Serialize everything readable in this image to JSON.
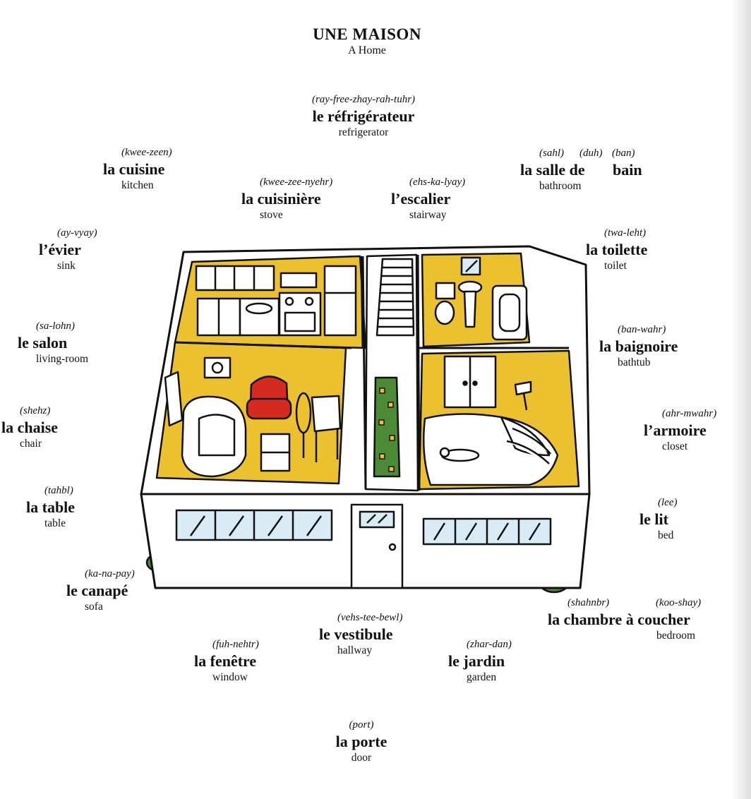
{
  "title": "UNE MAISON",
  "subtitle": "A Home",
  "colors": {
    "wall": "#ecc12f",
    "sofa_red": "#d42a1f",
    "bush": "#4d8a35",
    "glass": "#d9ecf6",
    "ink": "#111111"
  },
  "labels": {
    "refrigerateur": {
      "pron": "(ray-free-zhay-rah-tuhr)",
      "french": "le réfrigérateur",
      "english": "refrigerator"
    },
    "cuisine": {
      "pron": "(kwee-zeen)",
      "french": "la cuisine",
      "english": "kitchen"
    },
    "cuisiniere": {
      "pron": "(kwee-zee-nyehr)",
      "french": "la cuisinière",
      "english": "stove"
    },
    "escalier": {
      "pron": "(ehs-ka-lyay)",
      "french": "l’escalier",
      "english": "stairway"
    },
    "salle_de_bain": {
      "pron1": "(sahl)",
      "pron2": "(duh)",
      "pron3": "(ban)",
      "french1": "la salle de",
      "french2": "bain",
      "english": "bathroom"
    },
    "evier": {
      "pron": "(ay-vyay)",
      "french": "l’évier",
      "english": "sink"
    },
    "toilette": {
      "pron": "(twa-leht)",
      "french": "la toilette",
      "english": "toilet"
    },
    "salon": {
      "pron": "(sa-lohn)",
      "french": "le salon",
      "english": "living-room"
    },
    "baignoire": {
      "pron": "(ban-wahr)",
      "french": "la baignoire",
      "english": "bathtub"
    },
    "chaise": {
      "pron": "(shehz)",
      "french": "la chaise",
      "english": "chair"
    },
    "armoire": {
      "pron": "(ahr-mwahr)",
      "french": "l’armoire",
      "english": "closet"
    },
    "table": {
      "pron": "(tahbl)",
      "french": "la table",
      "english": "table"
    },
    "lit": {
      "pron": "(lee)",
      "french": "le lit",
      "english": "bed"
    },
    "canape": {
      "pron": "(ka-na-pay)",
      "french": "le canapé",
      "english": "sofa"
    },
    "chambre": {
      "pron1": "(shahnbr)",
      "pron2": "(koo-shay)",
      "french": "la chambre à coucher",
      "english": "bedroom"
    },
    "vestibule": {
      "pron": "(vehs-tee-bewl)",
      "french": "le vestibule",
      "english": "hallway"
    },
    "fenetre": {
      "pron": "(fuh-nehtr)",
      "french": "la fenêtre",
      "english": "window"
    },
    "jardin": {
      "pron": "(zhar-dan)",
      "french": "le jardin",
      "english": "garden"
    },
    "porte": {
      "pron": "(port)",
      "french": "la porte",
      "english": "door"
    }
  }
}
